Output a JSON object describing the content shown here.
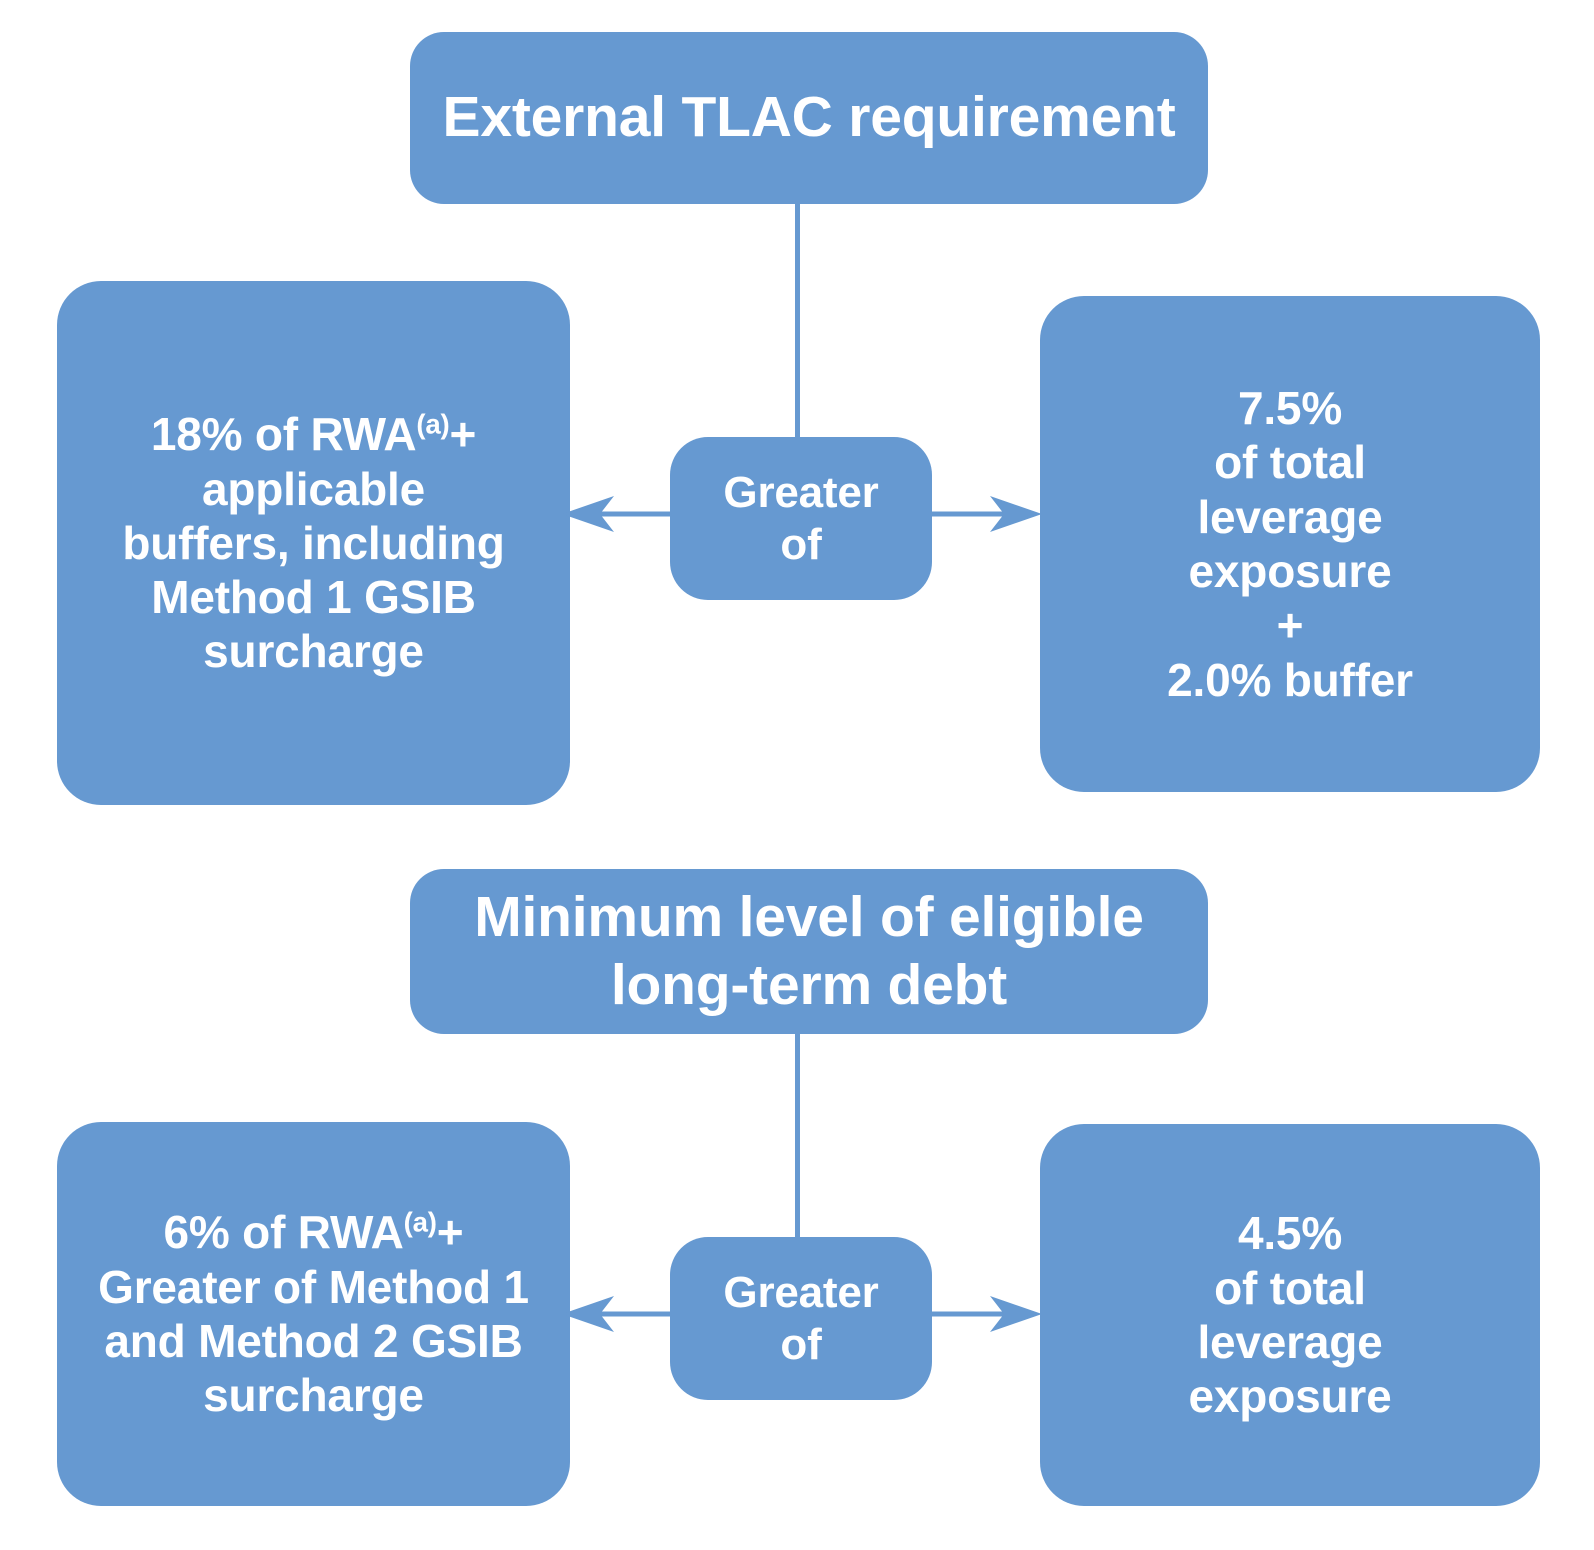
{
  "theme": {
    "box_fill": "#6699d1",
    "text_color": "#ffffff",
    "background": "#ffffff",
    "connector_color": "#6699d1"
  },
  "diagram": {
    "type": "flowchart",
    "sections": [
      {
        "id": "external-tlac",
        "header": "External TLAC requirement",
        "operator": "Greater\nof",
        "left": {
          "primary": "18% of RWA",
          "footnote_marker": "(a)",
          "rest": "+\napplicable\nbuffers, including\nMethod 1 GSIB\nsurcharge",
          "full_text": "18% of RWA(a) + applicable buffers, including Method 1 GSIB surcharge"
        },
        "right": {
          "text": "7.5%\nof total\nleverage\nexposure\n+\n2.0% buffer",
          "full_text": "7.5% of total leverage exposure + 2.0% buffer"
        }
      },
      {
        "id": "minimum-ltd",
        "header": "Minimum level of eligible\nlong-term debt",
        "operator": "Greater\nof",
        "left": {
          "primary": "6% of RWA",
          "footnote_marker": "(a)",
          "rest": "+\nGreater of Method 1\nand Method 2 GSIB\nsurcharge",
          "full_text": "6% of RWA(a) + Greater of Method 1 and Method 2 GSIB surcharge"
        },
        "right": {
          "text": "4.5%\nof total\nleverage\nexposure",
          "full_text": "4.5% of total leverage exposure"
        }
      }
    ]
  }
}
